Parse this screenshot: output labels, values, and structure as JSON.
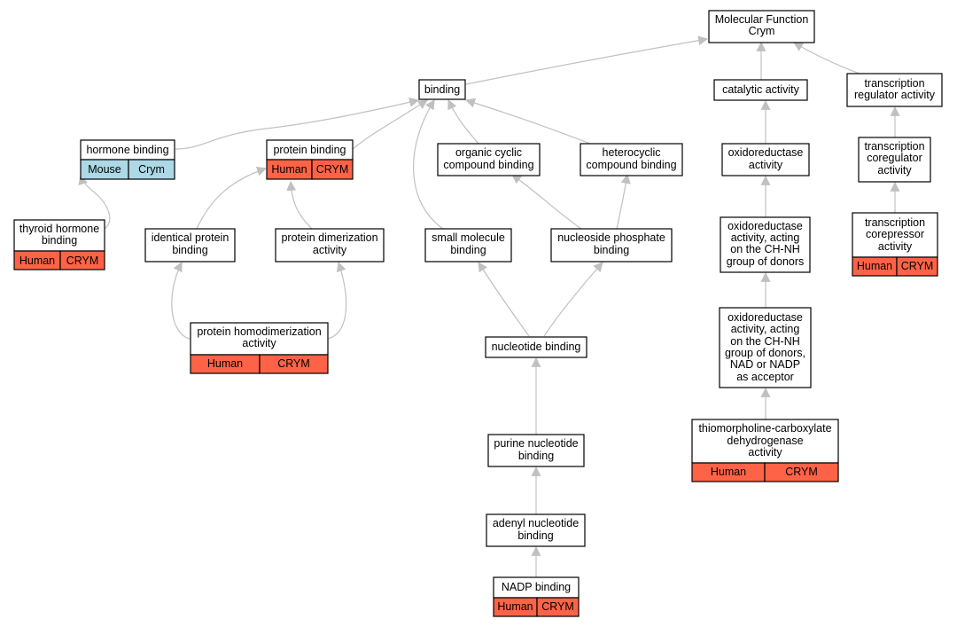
{
  "colors": {
    "edge": "#c0c0c0",
    "human": "#ff6347",
    "mouse": "#add8e6",
    "border": "#000000",
    "node_fill": "#ffffff"
  },
  "nodes": {
    "molecular_function": {
      "lines": [
        "Molecular Function",
        "Crym"
      ]
    },
    "binding": {
      "lines": [
        "binding"
      ]
    },
    "catalytic_activity": {
      "lines": [
        "catalytic activity"
      ]
    },
    "transcription_regulator": {
      "lines": [
        "transcription",
        "regulator activity"
      ]
    },
    "hormone_binding": {
      "lines": [
        "hormone binding"
      ],
      "species": {
        "organism": "Mouse",
        "gene": "Crym"
      }
    },
    "protein_binding": {
      "lines": [
        "protein binding"
      ],
      "species": {
        "organism": "Human",
        "gene": "CRYM"
      }
    },
    "organic_cyclic": {
      "lines": [
        "organic cyclic",
        "compound binding"
      ]
    },
    "heterocyclic": {
      "lines": [
        "heterocyclic",
        "compound binding"
      ]
    },
    "oxidoreductase": {
      "lines": [
        "oxidoreductase",
        "activity"
      ]
    },
    "transcription_coregulator": {
      "lines": [
        "transcription",
        "coregulator",
        "activity"
      ]
    },
    "thyroid_hormone": {
      "lines": [
        "thyroid hormone",
        "binding"
      ],
      "species": {
        "organism": "Human",
        "gene": "CRYM"
      }
    },
    "identical_protein": {
      "lines": [
        "identical protein",
        "binding"
      ]
    },
    "protein_dimerization": {
      "lines": [
        "protein dimerization",
        "activity"
      ]
    },
    "small_molecule": {
      "lines": [
        "small molecule",
        "binding"
      ]
    },
    "nucleoside_phosphate": {
      "lines": [
        "nucleoside phosphate",
        "binding"
      ]
    },
    "oxidoreductase_chnh": {
      "lines": [
        "oxidoreductase",
        "activity, acting",
        "on the CH-NH",
        "group of donors"
      ]
    },
    "transcription_corepressor": {
      "lines": [
        "transcription",
        "corepressor",
        "activity"
      ],
      "species": {
        "organism": "Human",
        "gene": "CRYM"
      }
    },
    "protein_homodimerization": {
      "lines": [
        "protein homodimerization",
        "activity"
      ],
      "species": {
        "organism": "Human",
        "gene": "CRYM"
      }
    },
    "nucleotide_binding": {
      "lines": [
        "nucleotide binding"
      ]
    },
    "oxidoreductase_nad": {
      "lines": [
        "oxidoreductase",
        "activity, acting",
        "on the CH-NH",
        "group of donors,",
        "NAD or NADP",
        "as acceptor"
      ]
    },
    "thiomorpholine": {
      "lines": [
        "thiomorpholine-carboxylate",
        "dehydrogenase",
        "activity"
      ],
      "species": {
        "organism": "Human",
        "gene": "CRYM"
      }
    },
    "purine_nucleotide": {
      "lines": [
        "purine nucleotide",
        "binding"
      ]
    },
    "adenyl_nucleotide": {
      "lines": [
        "adenyl nucleotide",
        "binding"
      ]
    },
    "nadp_binding": {
      "lines": [
        "NADP binding"
      ],
      "species": {
        "organism": "Human",
        "gene": "CRYM"
      }
    }
  },
  "edges": [
    {
      "child": "binding",
      "parent": "molecular_function"
    },
    {
      "child": "catalytic_activity",
      "parent": "molecular_function"
    },
    {
      "child": "transcription_regulator",
      "parent": "molecular_function"
    },
    {
      "child": "hormone_binding",
      "parent": "binding"
    },
    {
      "child": "protein_binding",
      "parent": "binding"
    },
    {
      "child": "organic_cyclic",
      "parent": "binding"
    },
    {
      "child": "heterocyclic",
      "parent": "binding"
    },
    {
      "child": "small_molecule",
      "parent": "binding"
    },
    {
      "child": "oxidoreductase",
      "parent": "catalytic_activity"
    },
    {
      "child": "transcription_coregulator",
      "parent": "transcription_regulator"
    },
    {
      "child": "thyroid_hormone",
      "parent": "hormone_binding"
    },
    {
      "child": "identical_protein",
      "parent": "protein_binding"
    },
    {
      "child": "protein_dimerization",
      "parent": "protein_binding"
    },
    {
      "child": "nucleoside_phosphate",
      "parent": "organic_cyclic"
    },
    {
      "child": "nucleoside_phosphate",
      "parent": "heterocyclic"
    },
    {
      "child": "oxidoreductase_chnh",
      "parent": "oxidoreductase"
    },
    {
      "child": "transcription_corepressor",
      "parent": "transcription_coregulator"
    },
    {
      "child": "protein_homodimerization",
      "parent": "identical_protein"
    },
    {
      "child": "protein_homodimerization",
      "parent": "protein_dimerization"
    },
    {
      "child": "nucleotide_binding",
      "parent": "small_molecule"
    },
    {
      "child": "nucleotide_binding",
      "parent": "nucleoside_phosphate"
    },
    {
      "child": "oxidoreductase_nad",
      "parent": "oxidoreductase_chnh"
    },
    {
      "child": "thiomorpholine",
      "parent": "oxidoreductase_nad"
    },
    {
      "child": "purine_nucleotide",
      "parent": "nucleotide_binding"
    },
    {
      "child": "adenyl_nucleotide",
      "parent": "purine_nucleotide"
    },
    {
      "child": "nadp_binding",
      "parent": "adenyl_nucleotide"
    }
  ]
}
